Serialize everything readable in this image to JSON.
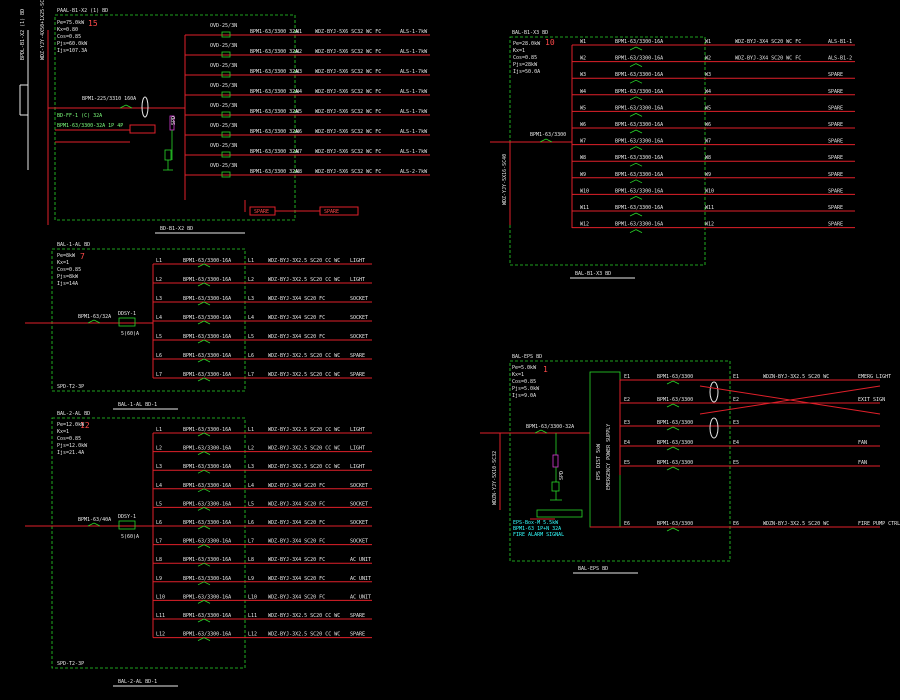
{
  "panels": [
    {
      "id": "p1",
      "name": "PAAL-B1-X2 (1) BD",
      "number": "15",
      "params": [
        "Pe=75.0kW",
        "Kx=0.80",
        "Cos=0.85",
        "Pjs=60.0kW",
        "Ijs=107.3A"
      ],
      "incoming": "WDZ-YJY-4X50+1X25-SC80 FC",
      "incoming_vertical": "BPDL-B1-X2 (1) BD",
      "main_breaker": "BPM1-225/3310 160A",
      "spd": "SPD",
      "left_notes": [
        "BD-FF-1 (C) 32A",
        "BPM1-63/3300-32A 1P 4P"
      ],
      "circuits": [
        {
          "brk": "BPM1-63/3300 32A",
          "id": "N1",
          "cable": "WDZ-BYJ-5X6 SC32 WC FC",
          "load": "ALS-1-7kW"
        },
        {
          "brk": "BPM1-63/3300 32A",
          "id": "N2",
          "cable": "WDZ-BYJ-5X6 SC32 WC FC",
          "load": "ALS-1-7kW"
        },
        {
          "brk": "BPM1-63/3300 32A",
          "id": "N3",
          "cable": "WDZ-BYJ-5X6 SC32 WC FC",
          "load": "ALS-1-7kW"
        },
        {
          "brk": "BPM1-63/3300 32A",
          "id": "N4",
          "cable": "WDZ-BYJ-5X6 SC32 WC FC",
          "load": "ALS-1-7kW"
        },
        {
          "brk": "BPM1-63/3300 32A",
          "id": "N5",
          "cable": "WDZ-BYJ-5X6 SC32 WC FC",
          "load": "ALS-1-7kW"
        },
        {
          "brk": "BPM1-63/3300 32A",
          "id": "N6",
          "cable": "WDZ-BYJ-5X6 SC32 WC FC",
          "load": "ALS-1-7kW"
        },
        {
          "brk": "BPM1-63/3300 32A",
          "id": "N7",
          "cable": "WDZ-BYJ-5X6 SC32 WC FC",
          "load": "ALS-1-7kW"
        },
        {
          "brk": "BPM1-63/3300 32A",
          "id": "N8",
          "cable": "WDZ-BYJ-5X6 SC32 WC FC",
          "load": "ALS-2-7kW"
        }
      ],
      "ovp": [
        "OVD-25/3N",
        "OVD-25/3N",
        "OVD-25/3N",
        "OVD-25/3N",
        "OVD-25/3N",
        "OVD-25/3N",
        "OVD-25/3N",
        "OVD-25/3N"
      ],
      "spare_labels": [
        "SPARE",
        "SPARE"
      ],
      "footer": "BD-B1-X2 BD"
    },
    {
      "id": "p2",
      "name": "BAL-B1-X3 BD",
      "number": "10",
      "params": [
        "Pe=28.0kW",
        "Kx=1",
        "Cos=0.85",
        "Pjs=28kW",
        "Ijs=50.0A"
      ],
      "incoming_vertical": "WDZ-YJY-5X16-SC40",
      "main_breaker": "BPM1-63/3300",
      "circuits": [
        {
          "brk": "BPM1-63/3300-16A",
          "id": "W1",
          "cable": "WDZ-BYJ-3X4 SC20 WC FC",
          "load": "ALS-B1-1"
        },
        {
          "brk": "BPM1-63/3300-16A",
          "id": "W2",
          "cable": "WDZ-BYJ-3X4 SC20 WC FC",
          "load": "ALS-B1-2"
        },
        {
          "brk": "BPM1-63/3300-16A",
          "id": "W3",
          "cable": "",
          "load": "SPARE"
        },
        {
          "brk": "BPM1-63/3300-16A",
          "id": "W4",
          "cable": "",
          "load": "SPARE"
        },
        {
          "brk": "BPM1-63/3300-16A",
          "id": "W5",
          "cable": "",
          "load": "SPARE"
        },
        {
          "brk": "BPM1-63/3300-16A",
          "id": "W6",
          "cable": "",
          "load": "SPARE"
        },
        {
          "brk": "BPM1-63/3300-16A",
          "id": "W7",
          "cable": "",
          "load": "SPARE"
        },
        {
          "brk": "BPM1-63/3300-16A",
          "id": "W8",
          "cable": "",
          "load": "SPARE"
        },
        {
          "brk": "BPM1-63/3300-16A",
          "id": "W9",
          "cable": "",
          "load": "SPARE"
        },
        {
          "brk": "BPM1-63/3300-16A",
          "id": "W10",
          "cable": "",
          "load": "SPARE"
        },
        {
          "brk": "BPM1-63/3300-16A",
          "id": "W11",
          "cable": "",
          "load": "SPARE"
        },
        {
          "brk": "BPM1-63/3300-16A",
          "id": "W12",
          "cable": "",
          "load": "SPARE"
        }
      ],
      "footer": "BAL-B1-X3 BD"
    },
    {
      "id": "p3",
      "name": "BAL-1-AL BD",
      "number": "7",
      "params": [
        "Pe=8kW",
        "Kx=1",
        "Cos=0.85",
        "Pjs=8kW",
        "Ijs=14A"
      ],
      "main_breaker": "BPM1-63/32A",
      "meter": "DDSY-1",
      "meter_sub": "5(60)A",
      "circuits": [
        {
          "brk": "BPM1-63/3300-16A",
          "id": "L1",
          "cable": "WDZ-BYJ-3X2.5 SC20 CC WC",
          "load": "LIGHT"
        },
        {
          "brk": "BPM1-63/3300-16A",
          "id": "L2",
          "cable": "WDZ-BYJ-3X2.5 SC20 CC WC",
          "load": "LIGHT"
        },
        {
          "brk": "BPM1-63/3300-16A",
          "id": "L3",
          "cable": "WDZ-BYJ-3X4 SC20 FC",
          "load": "SOCKET"
        },
        {
          "brk": "BPM1-63/3300-16A",
          "id": "L4",
          "cable": "WDZ-BYJ-3X4 SC20 FC",
          "load": "SOCKET"
        },
        {
          "brk": "BPM1-63/3300-16A",
          "id": "L5",
          "cable": "WDZ-BYJ-3X4 SC20 FC",
          "load": "SOCKET"
        },
        {
          "brk": "BPM1-63/3300-16A",
          "id": "L6",
          "cable": "WDZ-BYJ-3X2.5 SC20 CC WC",
          "load": "SPARE"
        },
        {
          "brk": "BPM1-63/3300-16A",
          "id": "L7",
          "cable": "WDZ-BYJ-3X2.5 SC20 CC WC",
          "load": "SPARE"
        }
      ],
      "note_left": "SPD-T2-3P",
      "footer": "BAL-1-AL BD-1"
    },
    {
      "id": "p4",
      "name": "BAL-2-AL BD",
      "number": "12",
      "params": [
        "Pe=12.0kW",
        "Kx=1",
        "Cos=0.85",
        "Pjs=12.0kW",
        "Ijs=21.4A"
      ],
      "main_breaker": "BPM1-63/40A",
      "meter": "DDSY-1",
      "meter_sub": "5(60)A",
      "circuits": [
        {
          "brk": "BPM1-63/3300-16A",
          "id": "L1",
          "cable": "WDZ-BYJ-3X2.5 SC20 CC WC",
          "load": "LIGHT"
        },
        {
          "brk": "BPM1-63/3300-16A",
          "id": "L2",
          "cable": "WDZ-BYJ-3X2.5 SC20 CC WC",
          "load": "LIGHT"
        },
        {
          "brk": "BPM1-63/3300-16A",
          "id": "L3",
          "cable": "WDZ-BYJ-3X2.5 SC20 CC WC",
          "load": "LIGHT"
        },
        {
          "brk": "BPM1-63/3300-16A",
          "id": "L4",
          "cable": "WDZ-BYJ-3X4 SC20 FC",
          "load": "SOCKET"
        },
        {
          "brk": "BPM1-63/3300-16A",
          "id": "L5",
          "cable": "WDZ-BYJ-3X4 SC20 FC",
          "load": "SOCKET"
        },
        {
          "brk": "BPM1-63/3300-16A",
          "id": "L6",
          "cable": "WDZ-BYJ-3X4 SC20 FC",
          "load": "SOCKET"
        },
        {
          "brk": "BPM1-63/3300-16A",
          "id": "L7",
          "cable": "WDZ-BYJ-3X4 SC20 FC",
          "load": "SOCKET"
        },
        {
          "brk": "BPM1-63/3300-16A",
          "id": "L8",
          "cable": "WDZ-BYJ-3X4 SC20 FC",
          "load": "AC UNIT"
        },
        {
          "brk": "BPM1-63/3300-16A",
          "id": "L9",
          "cable": "WDZ-BYJ-3X4 SC20 FC",
          "load": "AC UNIT"
        },
        {
          "brk": "BPM1-63/3300-16A",
          "id": "L10",
          "cable": "WDZ-BYJ-3X4 SC20 FC",
          "load": "AC UNIT"
        },
        {
          "brk": "BPM1-63/3300-16A",
          "id": "L11",
          "cable": "WDZ-BYJ-3X2.5 SC20 CC WC",
          "load": "SPARE"
        },
        {
          "brk": "BPM1-63/3300-16A",
          "id": "L12",
          "cable": "WDZ-BYJ-3X2.5 SC20 CC WC",
          "load": "SPARE"
        }
      ],
      "note_left": "SPD-T2-3P",
      "footer": "BAL-2-AL BD-1"
    },
    {
      "id": "p5",
      "name": "BAL-EPS BD",
      "number": "1",
      "params": [
        "Pe=5.0kW",
        "Kx=1",
        "Cos=0.85",
        "Pjs=5.0kW",
        "Ijs=9.0A"
      ],
      "incoming_vertical": "WDZN-YJY-5X10-SC32",
      "main_breaker": "BPM1-63/3300-32A",
      "eps_label": "EPS DIST 5kW",
      "eps_sub": "EMERGENCY POWER SUPPLY",
      "spd": "SPD",
      "cyan_notes": [
        "EPS-Box-M 5.5kW",
        "BPM1-63 1P+N 32A",
        "FIRE ALARM SIGNAL"
      ],
      "circuits": [
        {
          "brk": "BPM1-63/3300",
          "id": "E1",
          "cable": "WDZN-BYJ-3X2.5 SC20 WC",
          "load": "EMERG LIGHT"
        },
        {
          "brk": "BPM1-63/3300",
          "id": "E2",
          "cable": "",
          "load": "EXIT SIGN"
        },
        {
          "brk": "BPM1-63/3300",
          "id": "E3",
          "cable": "",
          "load": ""
        },
        {
          "brk": "BPM1-63/3300",
          "id": "E4",
          "cable": "",
          "load": "FAN"
        },
        {
          "brk": "BPM1-63/3300",
          "id": "E5",
          "cable": "",
          "load": "FAN"
        },
        {
          "brk": "BPM1-63/3300",
          "id": "E6",
          "cable": "WDZN-BYJ-3X2.5 SC20 WC",
          "load": "FIRE PUMP CTRL"
        }
      ],
      "footer": "BAL-EPS BD"
    }
  ],
  "colors": {
    "line": "#e0202a",
    "frame": "#29d629",
    "text": "#e8e8e8",
    "accent": "#ff4a4a",
    "cyan": "#33ffff",
    "magenta": "#d63ad6"
  }
}
